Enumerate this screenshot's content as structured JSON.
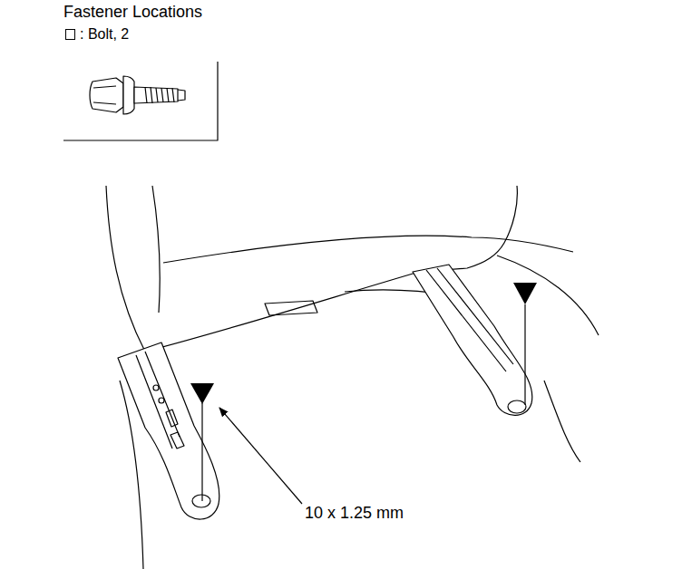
{
  "diagram": {
    "title": "Fastener Locations",
    "labels": [
      "10 x 1.25 mm"
    ],
    "legend": [
      {
        "text": ": Bolt, 2"
      }
    ]
  }
}
